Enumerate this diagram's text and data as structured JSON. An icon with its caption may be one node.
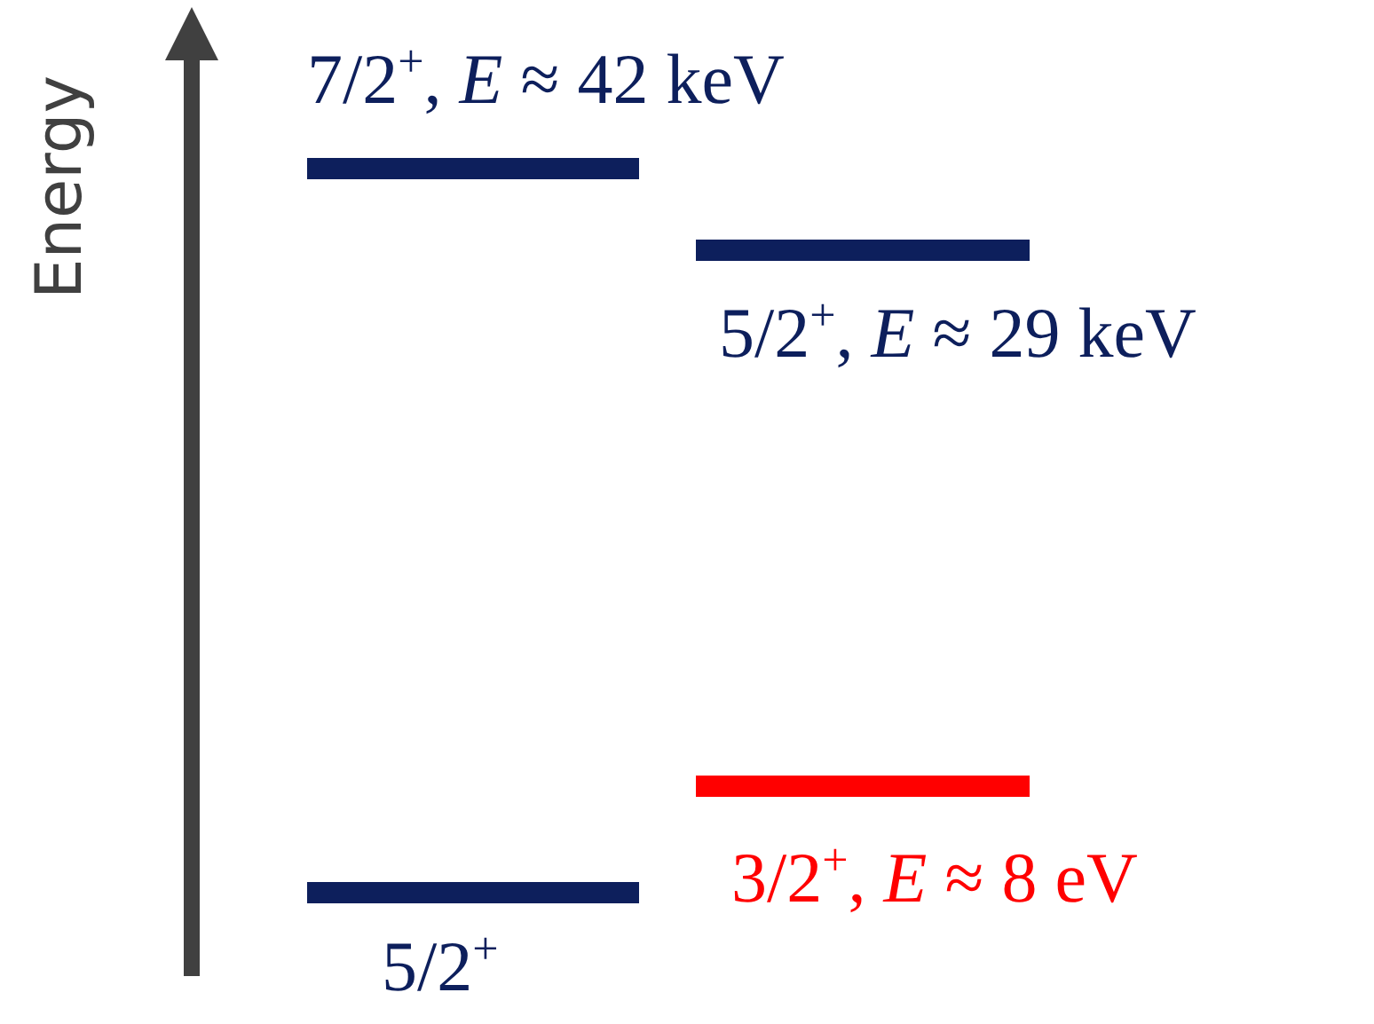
{
  "diagram": {
    "nodes": [
      {
        "text": [],
        "shape": "bar",
        "beside": [
          "7/2$^{+}$, *E* ≈ 42 keV"
        ]
      },
      {
        "text": [],
        "shape": "bar",
        "beside": [
          "5/2$^{+}$, *E* ≈ 29 keV"
        ]
      },
      {
        "text": [],
        "shape": "bar",
        "beside": [
          "3/2$^{+}$, *E* ≈ 8 eV"
        ]
      },
      {
        "text": [],
        "shape": "bar",
        "beside": [
          "5/2$^{+}$"
        ]
      }
    ],
    "edges": [],
    "labels": [
      "Energy"
    ]
  }
}
